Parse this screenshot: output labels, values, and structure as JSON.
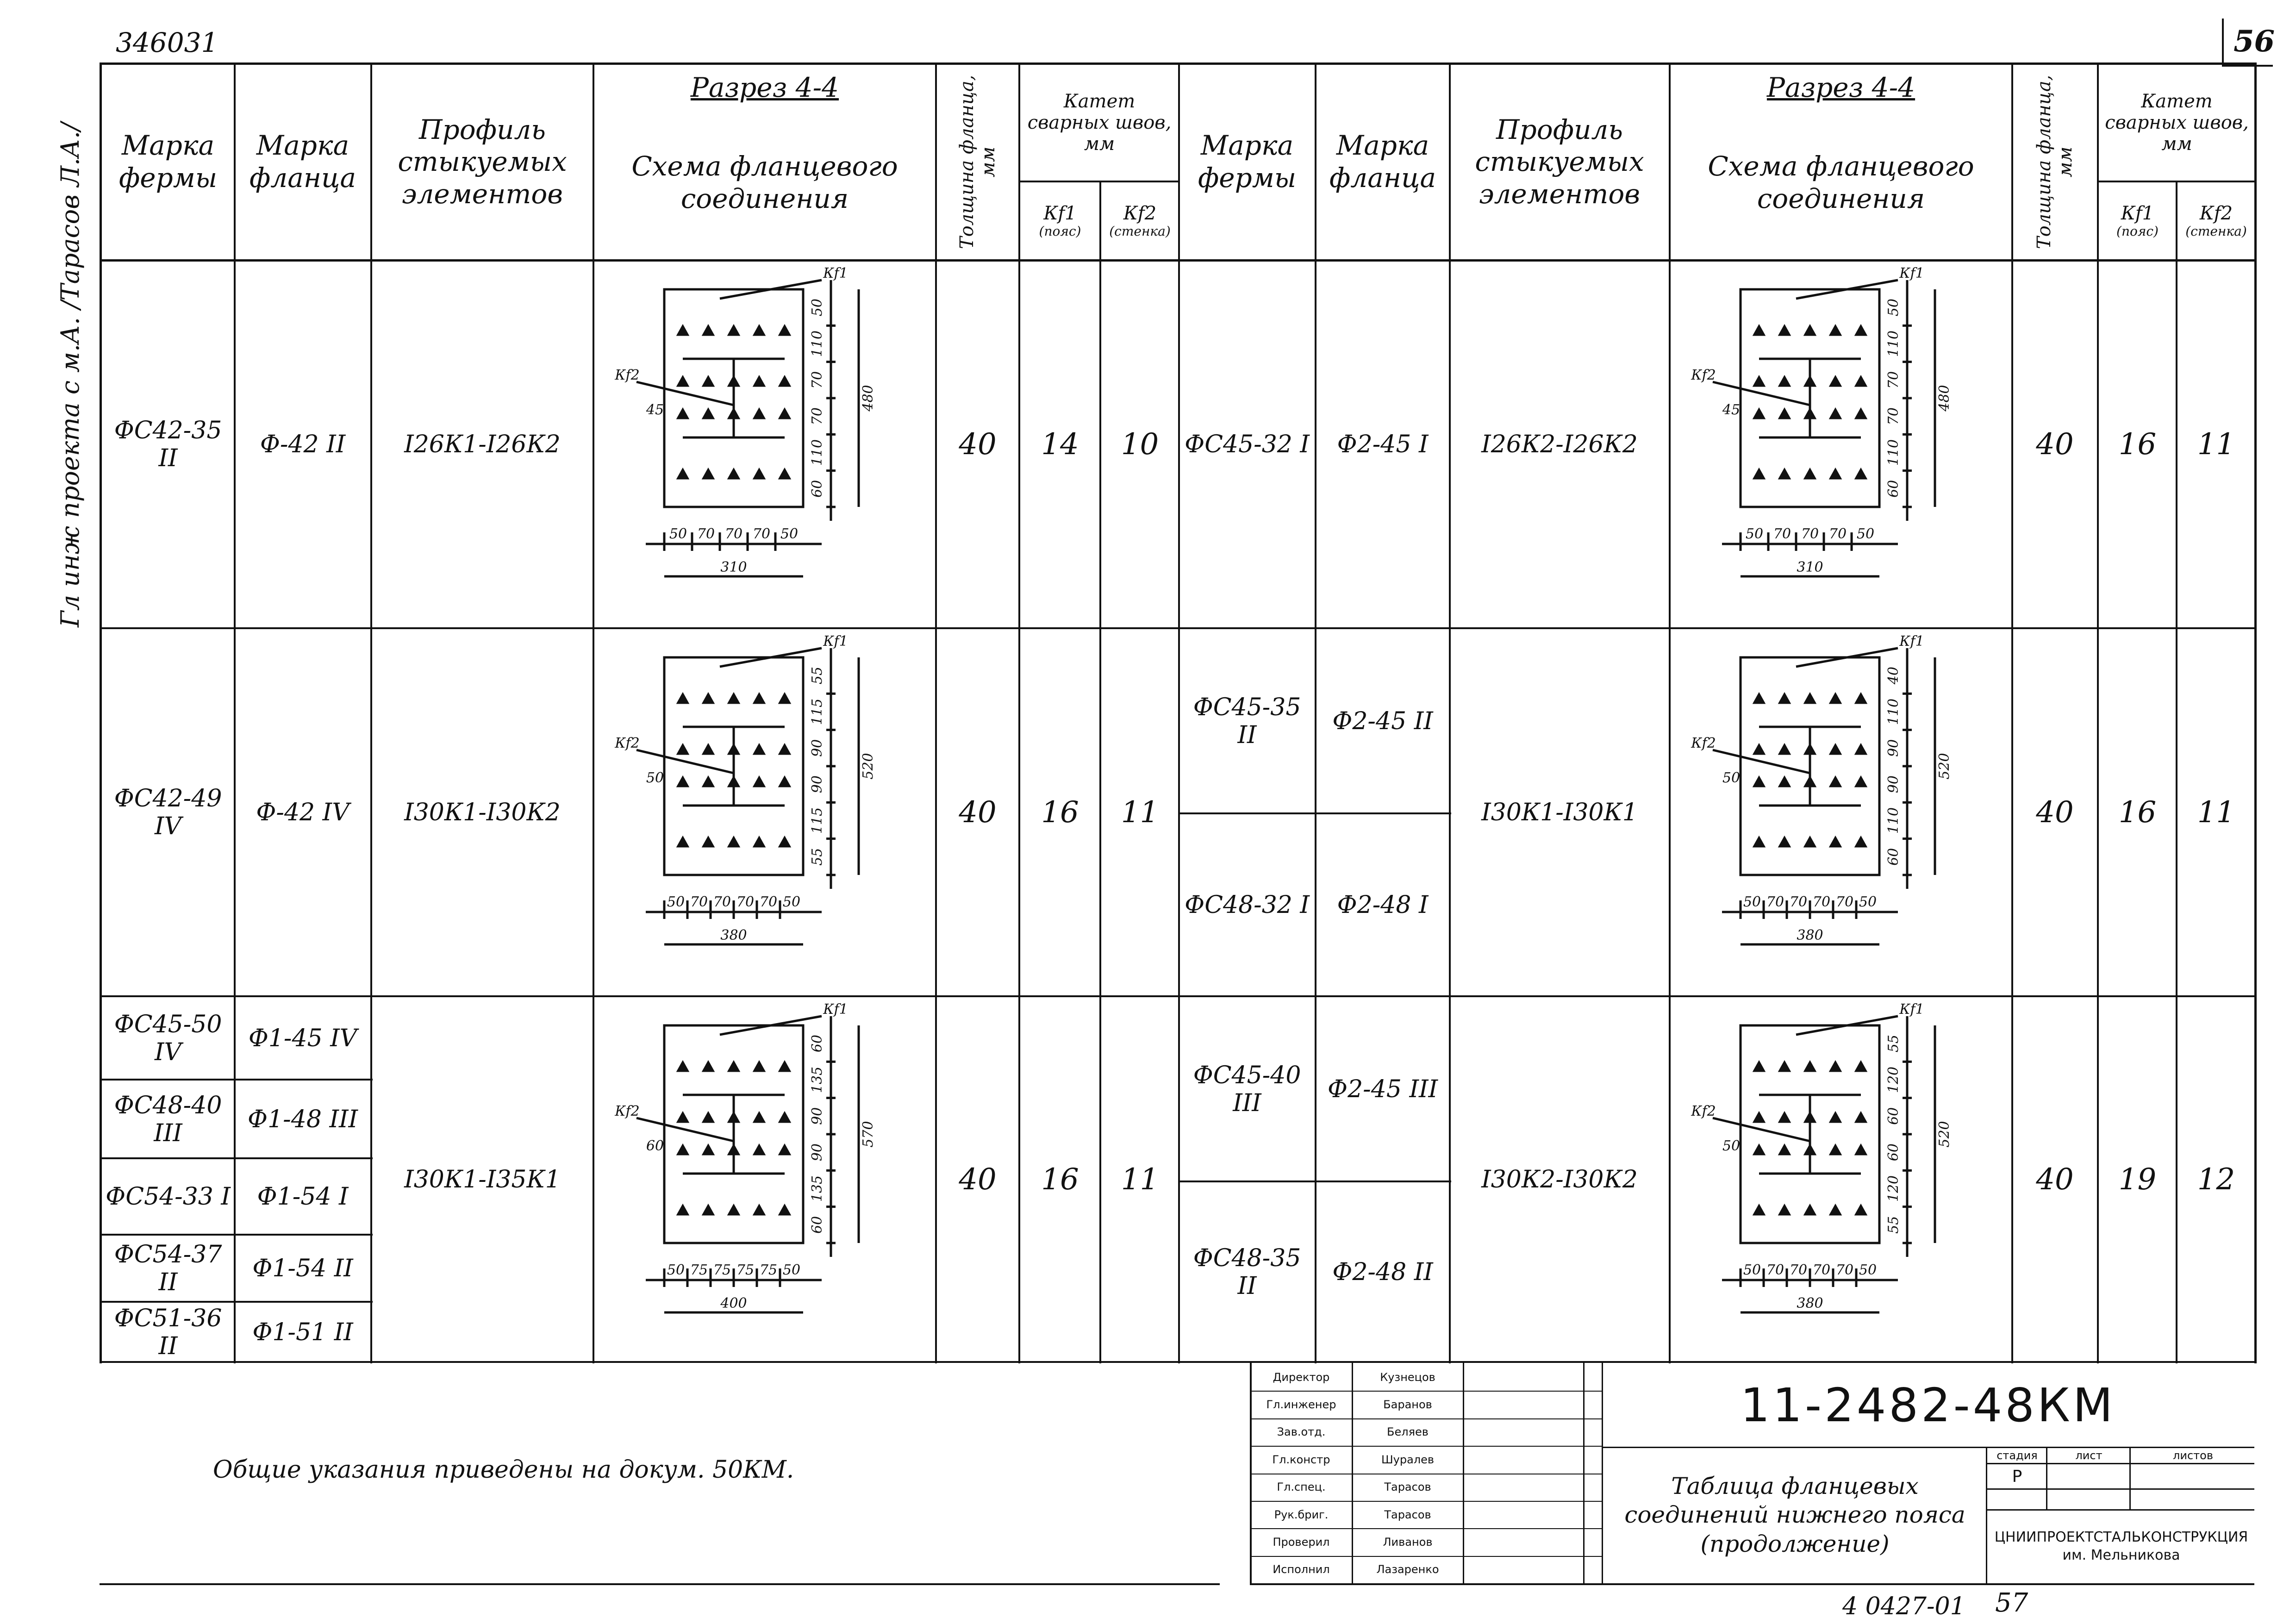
{
  "top_left_code": "346031",
  "page_number": "56",
  "side_note": "Гл инж проекта с м.А. /Тарасов Л.А./",
  "headers": {
    "mark_truss": "Марка фермы",
    "mark_flange": "Марка фланца",
    "profile": "Профиль стыкуемых элементов",
    "section_title": "Разрез 4-4",
    "section_sub": "Схема фланцевого соединения",
    "thickness": "Толщина фланца, мм",
    "weld_leg": "Катет сварных швов, мм",
    "k1": "Кf1",
    "k1_note": "(пояс)",
    "k2": "Кf2",
    "k2_note": "(стенка)"
  },
  "left_rows": [
    {
      "truss": [
        "ФС42-35 II"
      ],
      "flange": [
        "Ф-42 II"
      ],
      "profile": "I26К1-I26К2",
      "thickness": "40",
      "k1": "14",
      "k2": "10",
      "dims": {
        "width": "310",
        "height": "480",
        "bottom": [
          "50",
          "70",
          "70",
          "70",
          "50"
        ],
        "right": [
          "50",
          "110",
          "70",
          "70",
          "110",
          "60"
        ],
        "mid_label": "45"
      }
    },
    {
      "truss": [
        "ФС42-49 IV"
      ],
      "flange": [
        "Ф-42 IV"
      ],
      "profile": "I30К1-I30К2",
      "thickness": "40",
      "k1": "16",
      "k2": "11",
      "dims": {
        "width": "380",
        "height": "520",
        "bottom": [
          "50",
          "70",
          "70",
          "70",
          "70",
          "50"
        ],
        "right": [
          "55",
          "115",
          "90",
          "90",
          "115",
          "55"
        ],
        "mid_label": "50"
      }
    },
    {
      "truss": [
        "ФС45-50 IV",
        "ФС48-40 III",
        "ФС54-33 I",
        "ФС54-37 II",
        "ФС51-36 II"
      ],
      "flange": [
        "Ф1-45 IV",
        "Ф1-48 III",
        "Ф1-54 I",
        "Ф1-54 II",
        "Ф1-51 II"
      ],
      "profile": "I30К1-I35К1",
      "thickness": "40",
      "k1": "16",
      "k2": "11",
      "dims": {
        "width": "400",
        "height": "570",
        "bottom": [
          "50",
          "75",
          "75",
          "75",
          "75",
          "50"
        ],
        "right": [
          "60",
          "135",
          "90",
          "90",
          "135",
          "60"
        ],
        "mid_label": "60"
      }
    }
  ],
  "right_rows": [
    {
      "truss": [
        "ФС45-32 I"
      ],
      "flange": [
        "Ф2-45 I"
      ],
      "profile": "I26К2-I26К2",
      "thickness": "40",
      "k1": "16",
      "k2": "11",
      "dims": {
        "width": "310",
        "height": "480",
        "bottom": [
          "50",
          "70",
          "70",
          "70",
          "50"
        ],
        "right": [
          "50",
          "110",
          "70",
          "70",
          "110",
          "60"
        ],
        "mid_label": "45"
      }
    },
    {
      "truss": [
        "ФС45-35 II",
        "ФС48-32 I"
      ],
      "flange": [
        "Ф2-45 II",
        "Ф2-48 I"
      ],
      "profile": "I30К1-I30К1",
      "thickness": "40",
      "k1": "16",
      "k2": "11",
      "dims": {
        "width": "380",
        "height": "520",
        "bottom": [
          "50",
          "70",
          "70",
          "70",
          "70",
          "50"
        ],
        "right": [
          "40",
          "110",
          "90",
          "90",
          "110",
          "60"
        ],
        "mid_label": "50"
      }
    },
    {
      "truss": [
        "ФС45-40 III",
        "ФС48-35 II"
      ],
      "flange": [
        "Ф2-45 III",
        "Ф2-48 II"
      ],
      "profile": "I30К2-I30К2",
      "thickness": "40",
      "k1": "19",
      "k2": "12",
      "dims": {
        "width": "380",
        "height": "520",
        "bottom": [
          "50",
          "70",
          "70",
          "70",
          "70",
          "50"
        ],
        "right": [
          "55",
          "120",
          "60",
          "60",
          "120",
          "55"
        ],
        "mid_label": "50"
      }
    }
  ],
  "footer_note": "Общие указания приведены на докум. 50КМ.",
  "stamp": {
    "roles": [
      "Директор",
      "Гл.инженер",
      "Зав.отд.",
      "Гл.констр",
      "Гл.спец.",
      "Рук.бриг.",
      "Проверил",
      "Исполнил"
    ],
    "names": [
      "Кузнецов",
      "Баранов",
      "Беляев",
      "Шуралев",
      "Тарасов",
      "Тарасов",
      "Ливанов",
      "Лазаренко"
    ],
    "doc_code": "11-2482-48КМ",
    "title": "Таблица фланцевых соединений нижнего пояса (продолжение)",
    "stage_label": "стадия",
    "sheet_label": "лист",
    "sheets_label": "листов",
    "stage": "Р",
    "org": "ЦНИИПРОЕКТСТАЛЬКОНСТРУКЦИЯ им. Мельникова",
    "bottom_code": "4 0427-01",
    "bottom_page": "57"
  }
}
